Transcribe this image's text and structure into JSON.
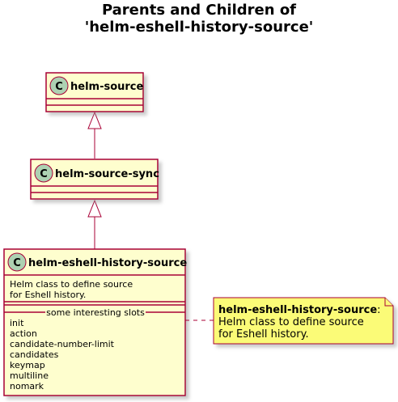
{
  "title": [
    "Parents and Children of",
    "'helm-eshell-history-source'"
  ],
  "classes": [
    {
      "name": "helm-source",
      "stereotype_glyph": "C"
    },
    {
      "name": "helm-source-sync",
      "stereotype_glyph": "C"
    },
    {
      "name": "helm-eshell-history-source",
      "stereotype_glyph": "C",
      "doc": [
        "Helm class to define source",
        "for Eshell history."
      ],
      "slots_header": "some interesting slots",
      "slots": [
        "init",
        "action",
        "candidate-number-limit",
        "candidates",
        "keymap",
        "multiline",
        "nomark"
      ]
    }
  ],
  "note": {
    "bold": "helm-eshell-history-source",
    "suffix": ":",
    "lines": [
      "Helm class to define source",
      "for Eshell history."
    ]
  },
  "colors": {
    "class_fill": "#fefece",
    "border": "#a80036",
    "note_fill": "#fbfb77",
    "note_border": "#a80036",
    "glyph_fill": "#add1b2"
  }
}
